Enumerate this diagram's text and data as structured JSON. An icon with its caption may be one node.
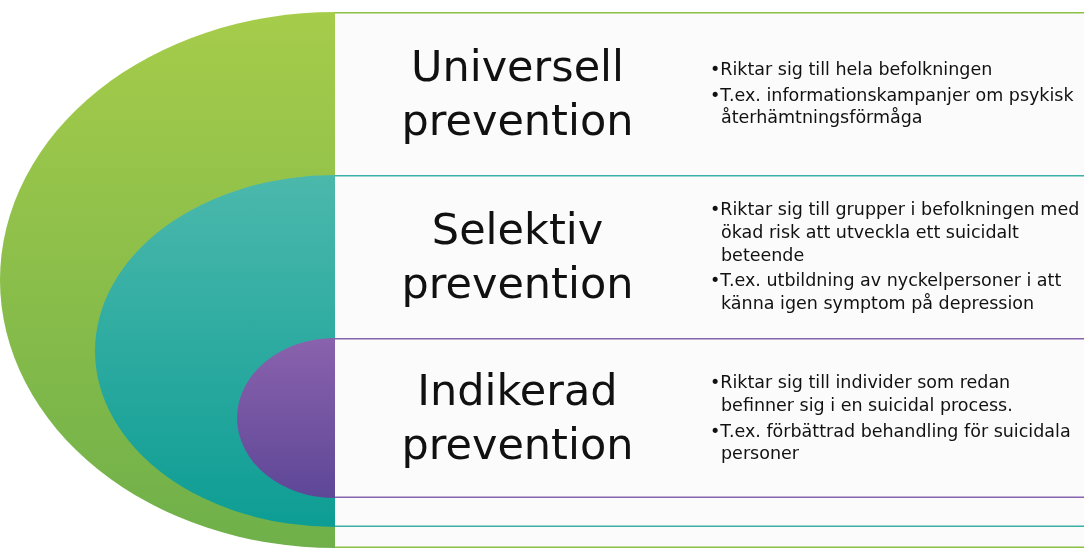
{
  "diagram": {
    "nodes": [
      {
        "text": [
          "Universell prevention",
          "•Riktar sig till hela befolkningen",
          "•T.ex. informationskampanjer om psykisk återhämtningsförmåga"
        ]
      },
      {
        "text": [
          "Selektiv prevention",
          "•Riktar sig till grupper i befolkningen med ökad risk att utveckla ett suicidalt beteende",
          "•T.ex. utbildning av nyckelpersoner i att känna igen symptom på depression"
        ],
        "in": 0
      },
      {
        "text": [
          "Indikerad prevention",
          "•Riktar sig till individer som redan befinner sig i en suicidal process.",
          "•T.ex. förbättrad behandling för suicidala personer"
        ],
        "in": 1
      }
    ]
  }
}
